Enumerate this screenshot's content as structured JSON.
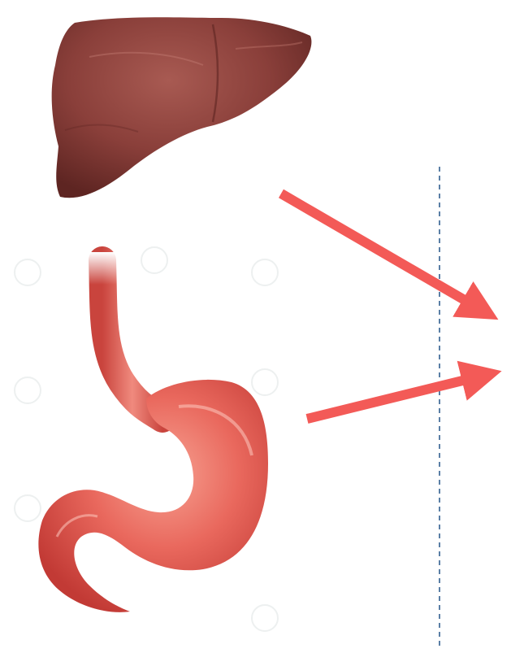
{
  "figure": {
    "organs": [
      {
        "name": "liver",
        "color": "#8a3f3a"
      },
      {
        "name": "stomach",
        "color": "#e2554c"
      }
    ],
    "arrow_color": "#f35a57",
    "divider_color": "#5b7fa6",
    "divider_style": "dashed",
    "watermark_icon": "stock-watermark-icon"
  }
}
